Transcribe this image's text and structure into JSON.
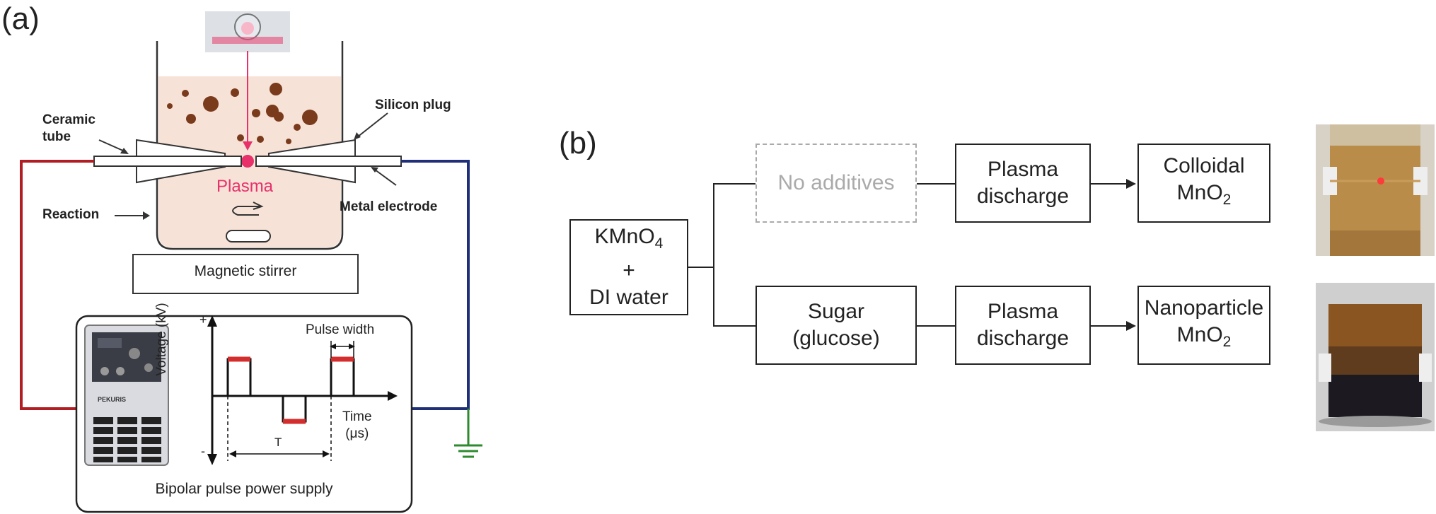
{
  "panel_a": {
    "letter": "(a)",
    "labels": {
      "ceramic_tube_line1": "Ceramic",
      "ceramic_tube_line2": "tube",
      "silicon_plug": "Silicon plug",
      "plasma": "Plasma",
      "reaction": "Reaction",
      "metal_electrode": "Metal electrode",
      "magnetic_stirrer": "Magnetic stirrer",
      "pulse_width": "Pulse width",
      "voltage_axis": "Voltage (kV)",
      "time_axis_line1": "Time",
      "time_axis_line2": "(μs)",
      "period": "T",
      "plus": "+",
      "minus": "-",
      "power_supply": "Bipolar pulse power supply",
      "brand": "PEKURIS"
    },
    "colors": {
      "plasma": "#e8306a",
      "solution": "#f7e2d7",
      "positive_wire": "#b01d22",
      "negative_wire": "#1f2f78",
      "ground": "#2d8a2d",
      "pulse_red": "#d32d2d"
    }
  },
  "panel_b": {
    "letter": "(b)",
    "start": {
      "line1": "KMnO",
      "line1_sub": "4",
      "line2": "+",
      "line3": "DI water"
    },
    "top_branch": {
      "additive": "No additives",
      "process_line1": "Plasma",
      "process_line2": "discharge",
      "product_line1": "Colloidal",
      "product_line2": "MnO",
      "product_sub": "2"
    },
    "bottom_branch": {
      "additive_line1": "Sugar",
      "additive_line2": "(glucose)",
      "process_line1": "Plasma",
      "process_line2": "discharge",
      "product_line1": "Nanoparticle",
      "product_line2": "MnO",
      "product_sub": "2"
    }
  }
}
